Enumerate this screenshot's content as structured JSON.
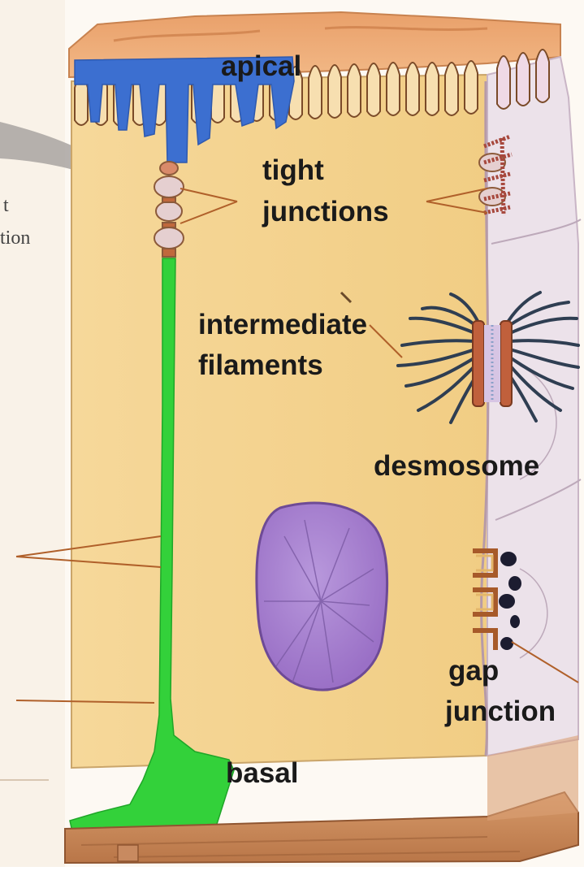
{
  "labels": {
    "apical": "apical",
    "tight_junctions": [
      "tight",
      "junctions"
    ],
    "intermediate_filaments": [
      "intermediate",
      "filaments"
    ],
    "desmosome": "desmosome",
    "gap_junction": [
      "gap",
      "junction"
    ],
    "basal": "basal"
  },
  "cropped_left_text": [
    "t",
    "tion"
  ],
  "colors": {
    "cytoplasm": "#f5d78e",
    "apical_membrane_highlight": "#3c6fd0",
    "basolateral_membrane_highlight": "#33d13a",
    "neighbor_cell": "#ece2ea",
    "nucleus": "#a67ccf",
    "basal_lamina": "#c68a5b",
    "leader_lines": "#b0602a"
  }
}
